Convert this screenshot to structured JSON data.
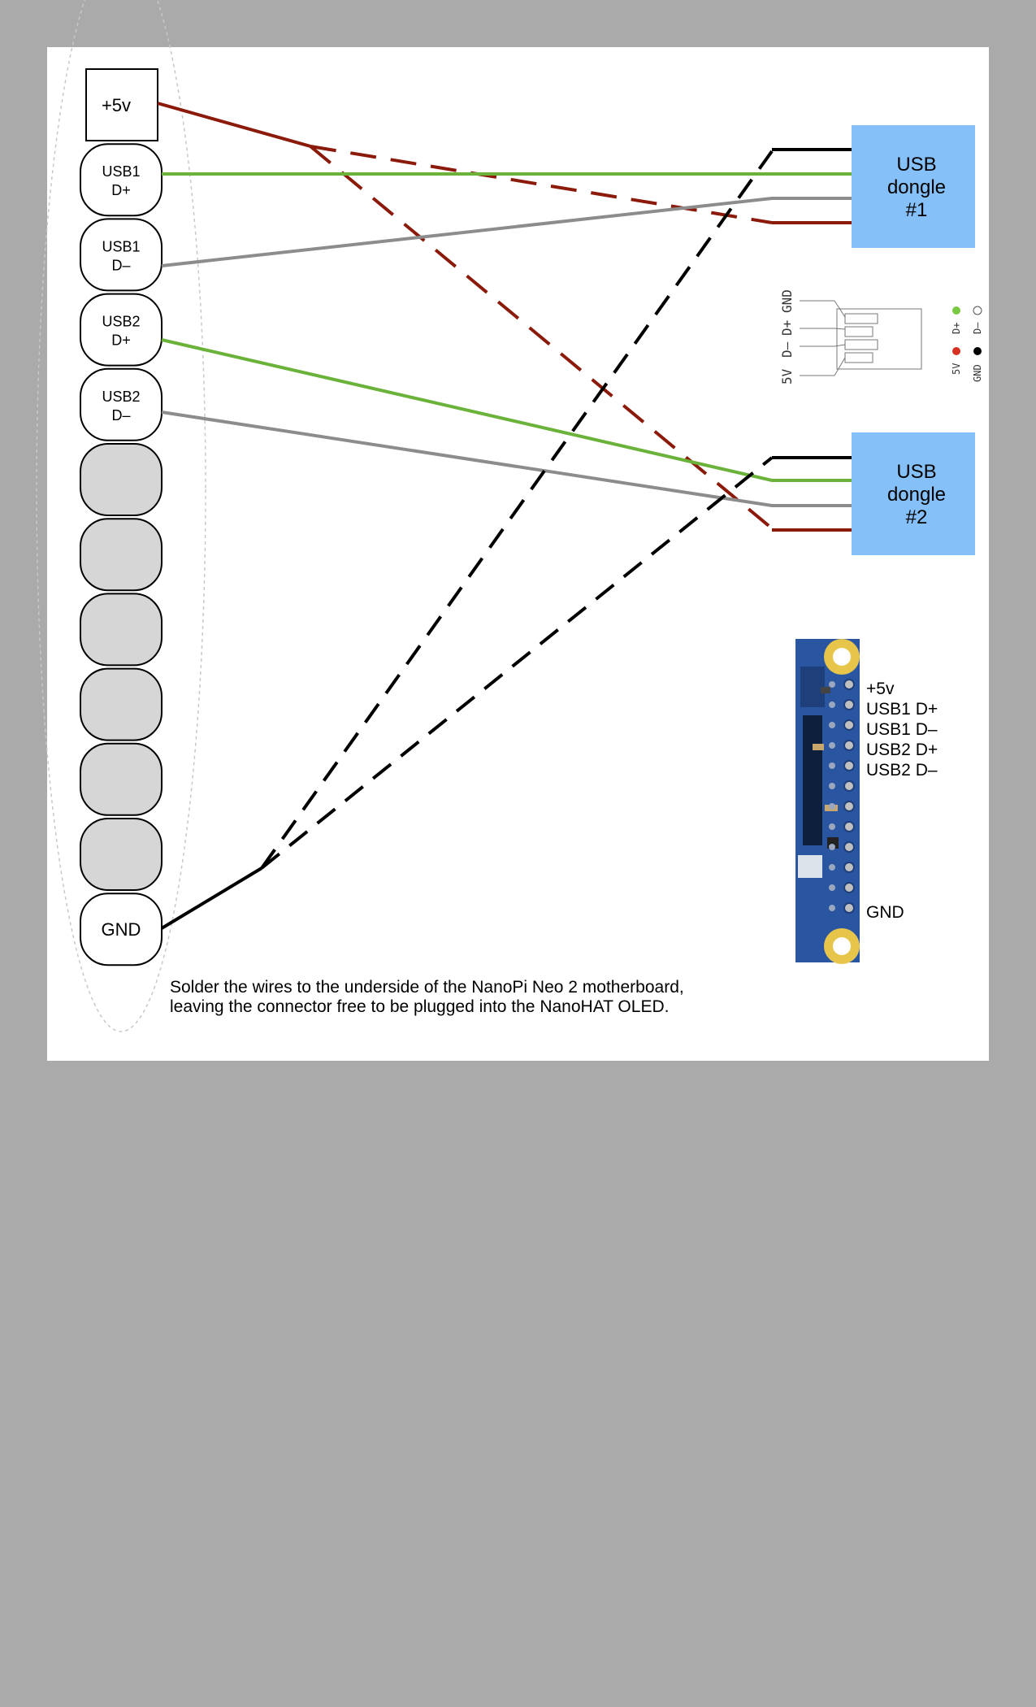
{
  "pins": [
    {
      "line1": "+5v",
      "line2": "",
      "state": "used",
      "shape": "square"
    },
    {
      "line1": "USB1",
      "line2": "D+",
      "state": "used",
      "shape": "round"
    },
    {
      "line1": "USB1",
      "line2": "D–",
      "state": "used",
      "shape": "round"
    },
    {
      "line1": "USB2",
      "line2": "D+",
      "state": "used",
      "shape": "round"
    },
    {
      "line1": "USB2",
      "line2": "D–",
      "state": "used",
      "shape": "round"
    },
    {
      "line1": "",
      "line2": "",
      "state": "unused",
      "shape": "round"
    },
    {
      "line1": "",
      "line2": "",
      "state": "unused",
      "shape": "round"
    },
    {
      "line1": "",
      "line2": "",
      "state": "unused",
      "shape": "round"
    },
    {
      "line1": "",
      "line2": "",
      "state": "unused",
      "shape": "round"
    },
    {
      "line1": "",
      "line2": "",
      "state": "unused",
      "shape": "round"
    },
    {
      "line1": "",
      "line2": "",
      "state": "unused",
      "shape": "round"
    },
    {
      "line1": "GND",
      "line2": "",
      "state": "used",
      "shape": "round"
    }
  ],
  "dongles": [
    {
      "line1": "USB",
      "line2": "dongle",
      "line3": "#1"
    },
    {
      "line1": "USB",
      "line2": "dongle",
      "line3": "#2"
    }
  ],
  "connector": {
    "labels": [
      "5V",
      "D–",
      "D+",
      "GND"
    ],
    "legend": {
      "dplus": "D+",
      "dminus": "D–",
      "v5": "5V",
      "gnd": "GND"
    }
  },
  "board_labels": [
    "+5v",
    "USB1 D+",
    "USB1 D–",
    "USB2 D+",
    "USB2 D–",
    "GND"
  ],
  "note": {
    "line1": "Solder the wires to the underside of the NanoPi Neo 2 motherboard,",
    "line2": "leaving the connector free to be plugged into the NanoHAT OLED."
  },
  "colors": {
    "background": "#aaaaaa",
    "panel": "#ffffff",
    "wire_5v": "#8b1a0a",
    "wire_dplus": "#6ab23a",
    "wire_dminus": "#8c8c8c",
    "wire_gnd": "#000000",
    "dongle_fill": "#85c1f8",
    "unused_pin": "#d6d6d6",
    "board_blue": "#2a55a0",
    "board_hole": "#e6c54a",
    "legend_red": "#d7301f",
    "legend_green": "#7ac943"
  }
}
